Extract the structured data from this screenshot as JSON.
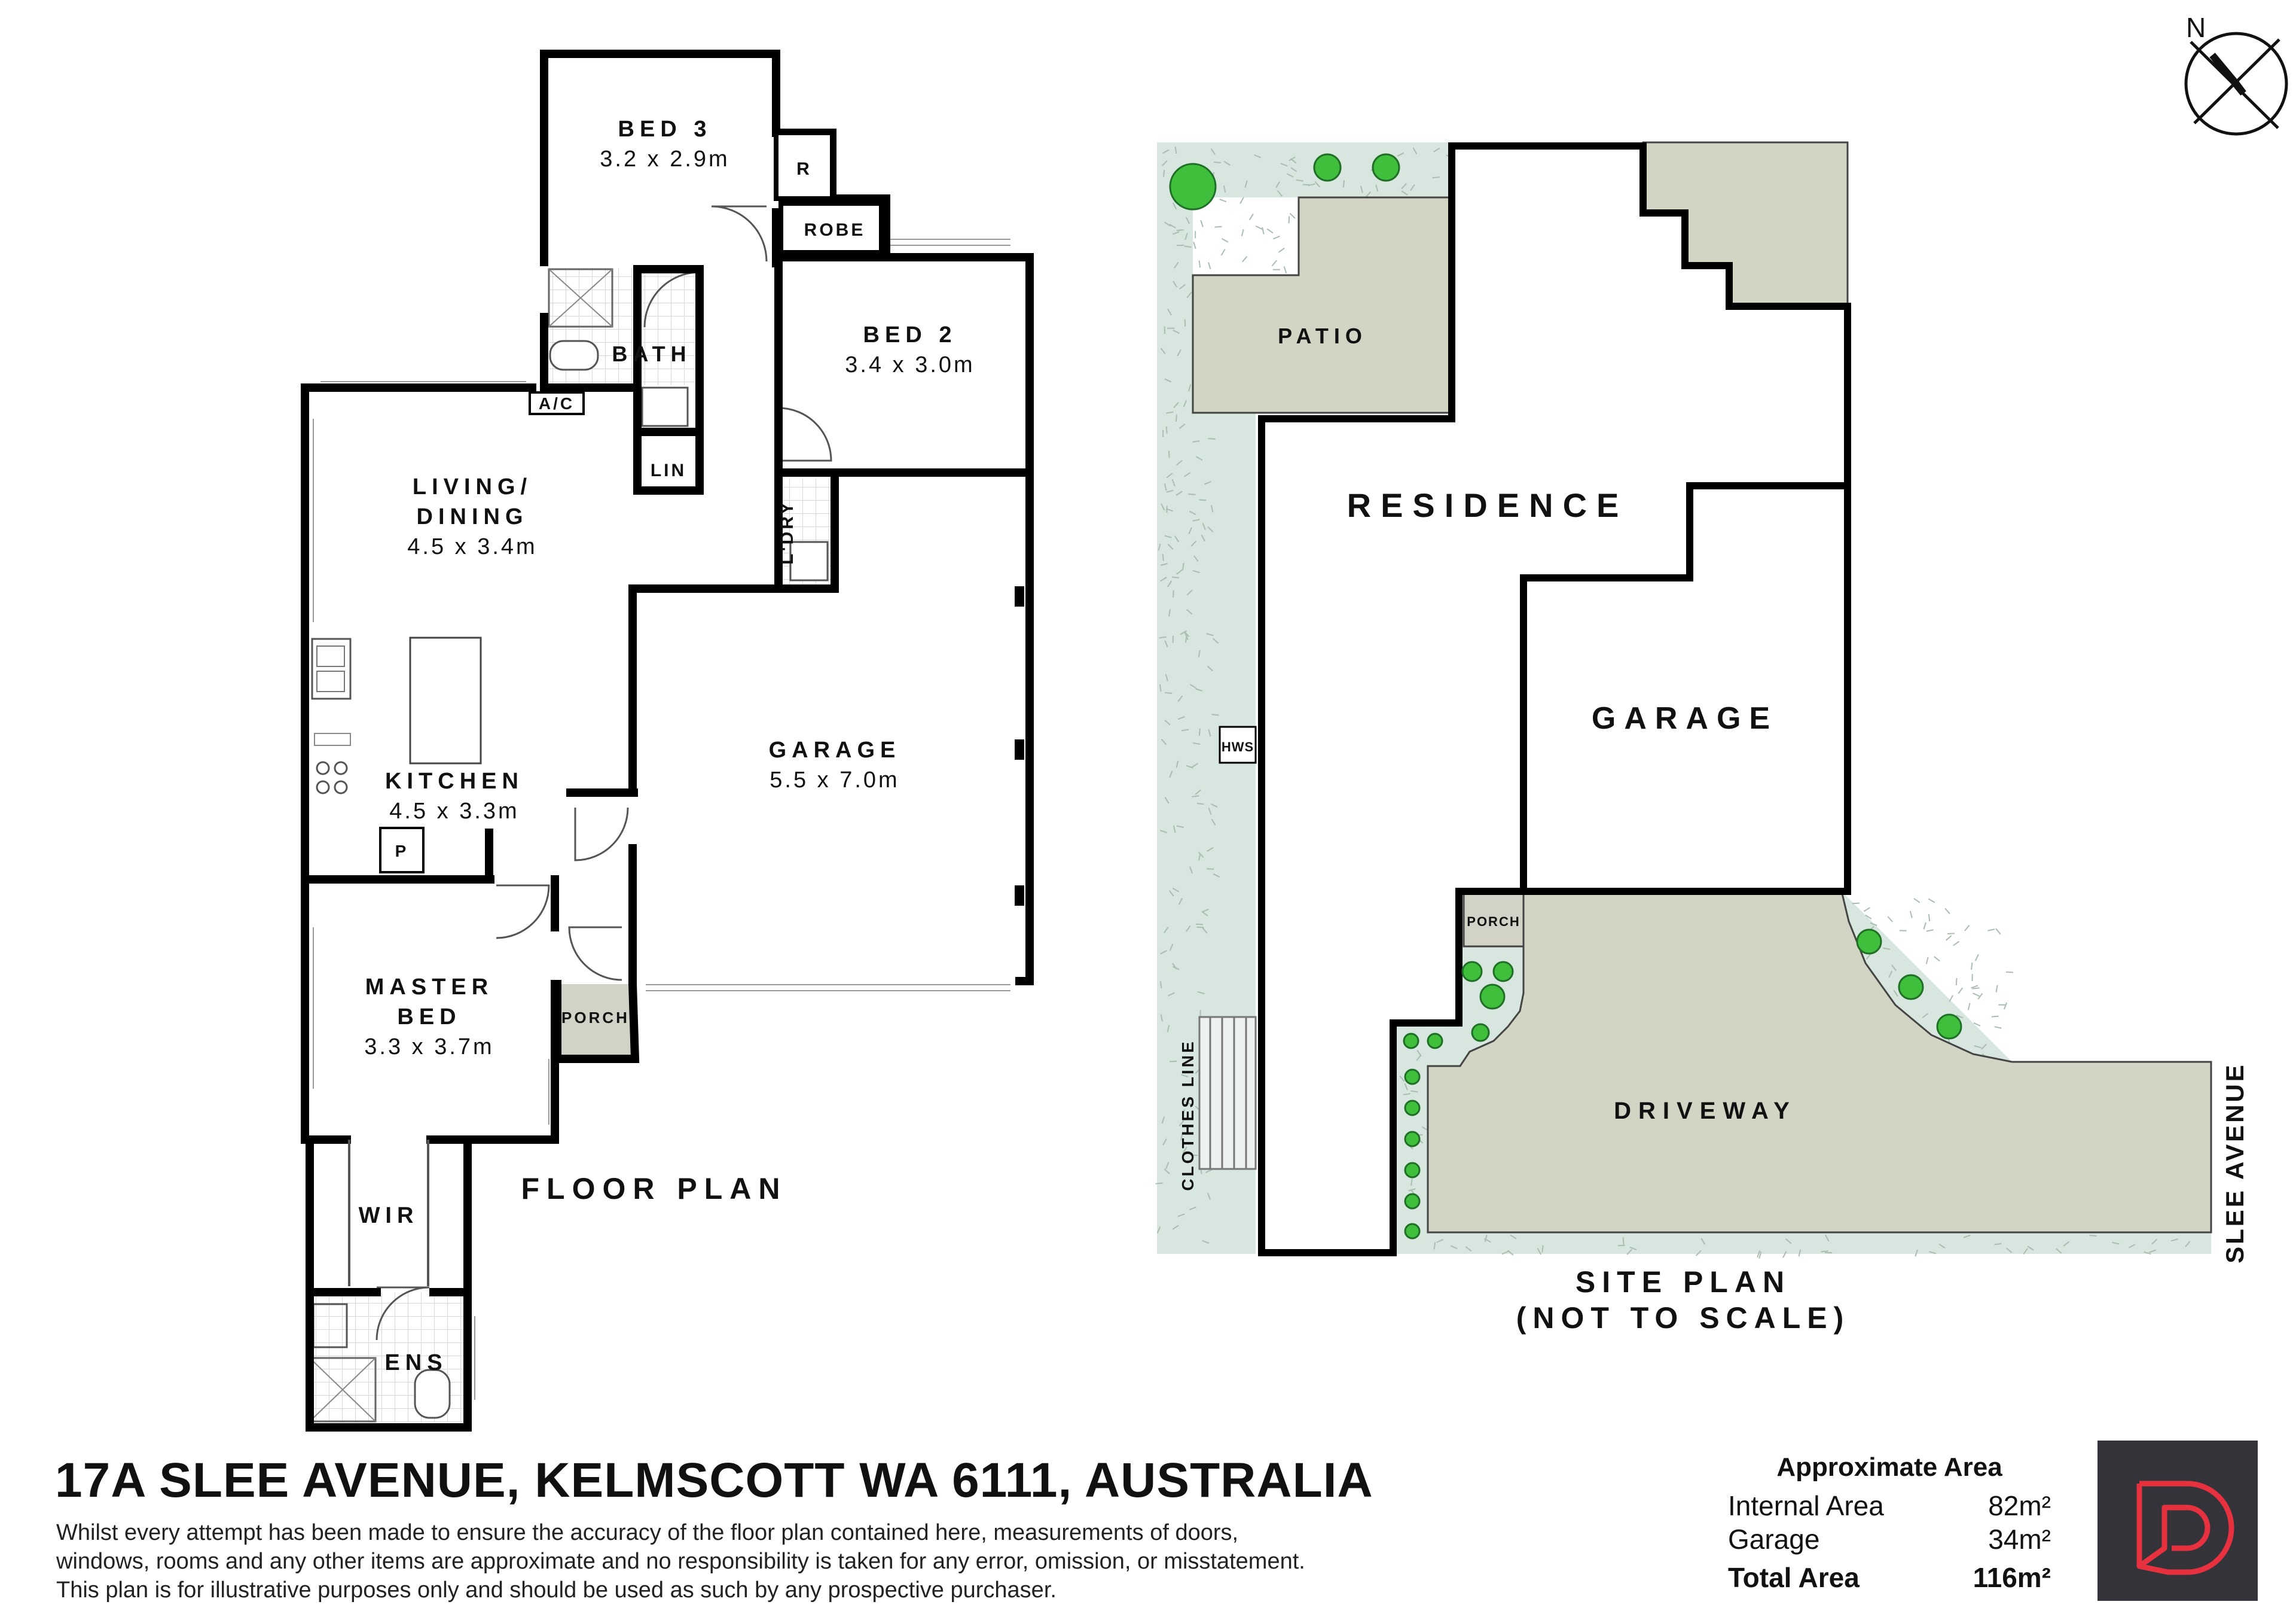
{
  "floor_plan": {
    "title": "FLOOR PLAN",
    "rooms": [
      {
        "name": "BED 3",
        "dims": "3.2 x 2.9m"
      },
      {
        "name": "BED 2",
        "dims": "3.4 x 3.0m"
      },
      {
        "name": "LIVING/",
        "name2": "DINING",
        "dims": "4.5 x 3.4m"
      },
      {
        "name": "KITCHEN",
        "dims": "4.5 x 3.3m"
      },
      {
        "name": "GARAGE",
        "dims": "5.5 x 7.0m"
      },
      {
        "name": "MASTER",
        "name2": "BED",
        "dims": "3.3 x 3.7m"
      }
    ],
    "small_labels": {
      "r": "R",
      "robe": "ROBE",
      "bath": "BATH",
      "ac": "A/C",
      "lin": "LIN",
      "ldry": "L'DRY",
      "pantry": "P",
      "porch": "PORCH",
      "wir": "WIR",
      "ens": "ENS"
    }
  },
  "site_plan": {
    "title": "SITE PLAN",
    "subtitle": "(NOT TO SCALE)",
    "labels": {
      "patio": "PATIO",
      "residence": "RESIDENCE",
      "garage": "GARAGE",
      "hws": "HWS",
      "porch": "PORCH",
      "driveway": "DRIVEWAY",
      "clothes_line": "CLOTHES LINE",
      "street": "SLEE AVENUE"
    },
    "north": "N"
  },
  "colors": {
    "garden": "#d7e6de",
    "paving": "#d3d5c4",
    "porch": "#d2d2c6",
    "tree": "#3fbf3b",
    "wall": "#000000",
    "logo_bg": "#34333a",
    "logo_mark": "#e8313f"
  },
  "footer": {
    "address": "17A SLEE AVENUE, KELMSCOTT WA 6111, AUSTRALIA",
    "disclaimer": [
      "Whilst every attempt has been made to ensure the accuracy of the floor plan contained here, measurements of doors,",
      "windows, rooms and any other items are approximate and no responsibility is taken for any error, omission, or misstatement.",
      "This plan is for illustrative purposes only and should be used as such by any prospective purchaser."
    ],
    "area": {
      "title": "Approximate Area",
      "rows": [
        {
          "label": "Internal Area",
          "value": "82m²"
        },
        {
          "label": "Garage",
          "value": "34m²"
        },
        {
          "label": "Total Area",
          "value": "116m²"
        }
      ]
    }
  }
}
